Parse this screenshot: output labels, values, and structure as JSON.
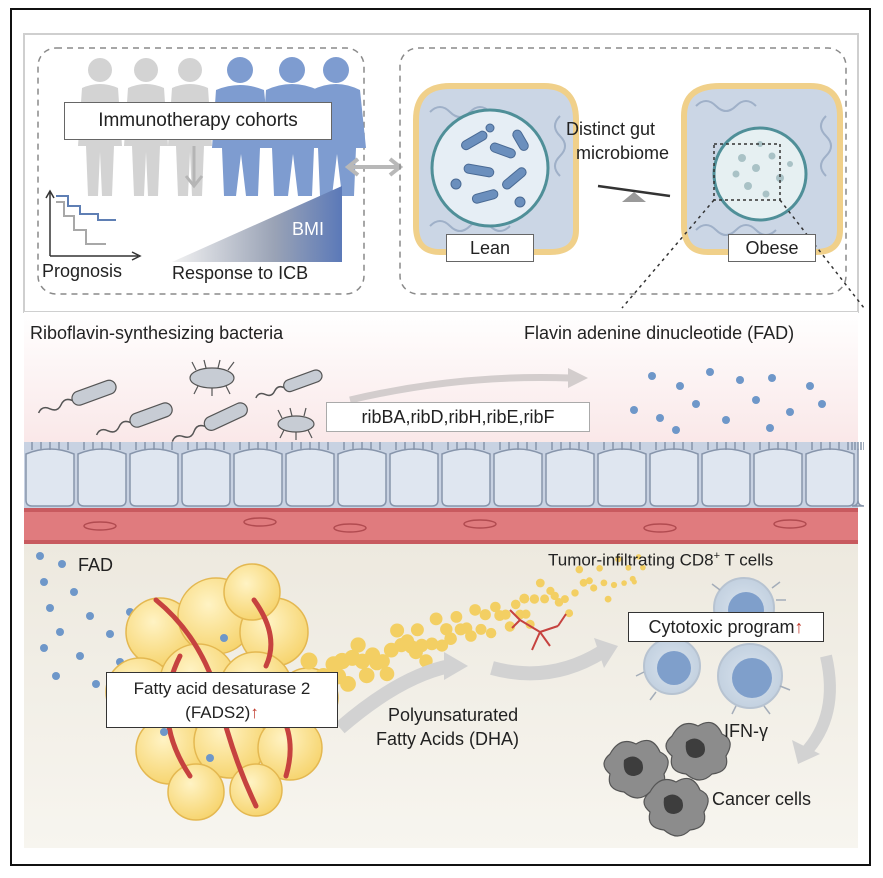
{
  "top_left": {
    "cohorts_label": "Immunotherapy cohorts",
    "prognosis_label": "Prognosis",
    "response_label": "Response to ICB",
    "bmi_label": "BMI"
  },
  "top_right": {
    "lean_label": "Lean",
    "obese_label": "Obese",
    "microbiome_line1": "Distinct gut",
    "microbiome_line2": "microbiome"
  },
  "gut": {
    "bacteria_label": "Riboflavin-synthesizing bacteria",
    "genes_label": "ribBA,ribD,ribH,ribE,ribF",
    "fad_title": "Flavin adenine dinucleotide (FAD)"
  },
  "tissue": {
    "fad_label": "FAD",
    "tcells_label_prefix": "Tumor-infiltrating CD8",
    "tcells_label_sup": "+",
    "tcells_label_suffix": " T cells",
    "cytotoxic_label": "Cytotoxic program",
    "up_arrow": "↑",
    "fads2_line1": "Fatty acid desaturase 2",
    "fads2_line2": "(FADS2)",
    "pufa_line1": "Polyunsaturated",
    "pufa_line2": "Fatty Acids (DHA)",
    "ifn_label": "IFN-γ",
    "cancer_label": "Cancer cells"
  },
  "colors": {
    "lean_blue": "#6d8fc3",
    "silhouette_grey": "#d0d0d0",
    "fad_blue": "#4f86c6",
    "dha_yellow": "#f3cf63",
    "vessel_red": "#cc4b4b",
    "up_arrow_red": "#c0392b"
  }
}
